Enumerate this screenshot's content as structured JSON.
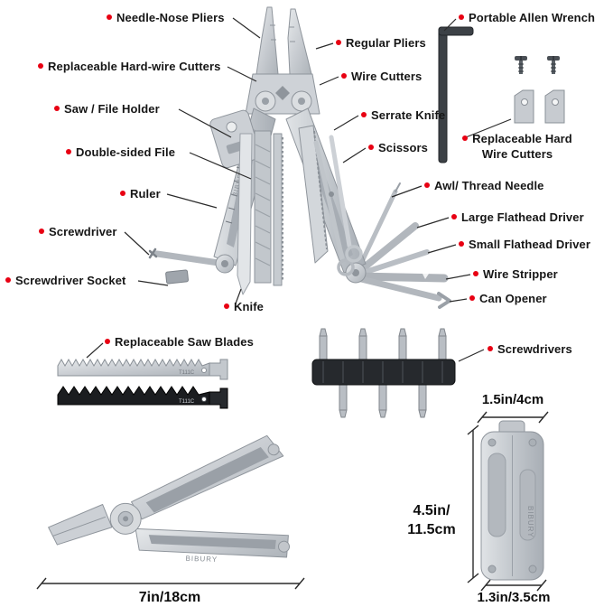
{
  "colors": {
    "accent": "#e80012",
    "text": "#161616",
    "steel": "#c9cdd2"
  },
  "labels": {
    "left": [
      {
        "text": "Needle-Nose Pliers"
      },
      {
        "text": "Replaceable Hard-wire Cutters"
      },
      {
        "text": "Saw / File Holder"
      },
      {
        "text": "Double-sided File"
      },
      {
        "text": "Ruler"
      },
      {
        "text": "Screwdriver"
      },
      {
        "text": "Screwdriver Socket"
      }
    ],
    "right": [
      {
        "text": "Portable Allen Wrench"
      },
      {
        "text": "Regular Pliers"
      },
      {
        "text": "Wire Cutters"
      },
      {
        "text": "Serrate Knife"
      },
      {
        "text": "Scissors"
      },
      {
        "text": "Replaceable Hard Wire Cutters"
      },
      {
        "text": "Awl/ Thread Needle"
      },
      {
        "text": "Large Flathead Driver"
      },
      {
        "text": "Small Flathead Driver"
      },
      {
        "text": "Wire Stripper"
      },
      {
        "text": "Can Opener"
      }
    ],
    "knife": "Knife",
    "saw_blades": "Replaceable Saw Blades",
    "screwdrivers": "Screwdrivers"
  },
  "dimensions": {
    "open_length": "7in/18cm",
    "closed_width": "1.5in/4cm",
    "closed_height_line1": "4.5in/",
    "closed_height_line2": "11.5cm",
    "closed_depth": "1.3in/3.5cm"
  },
  "markings": {
    "blade_code": "T111C",
    "brand": "BIBURY"
  }
}
